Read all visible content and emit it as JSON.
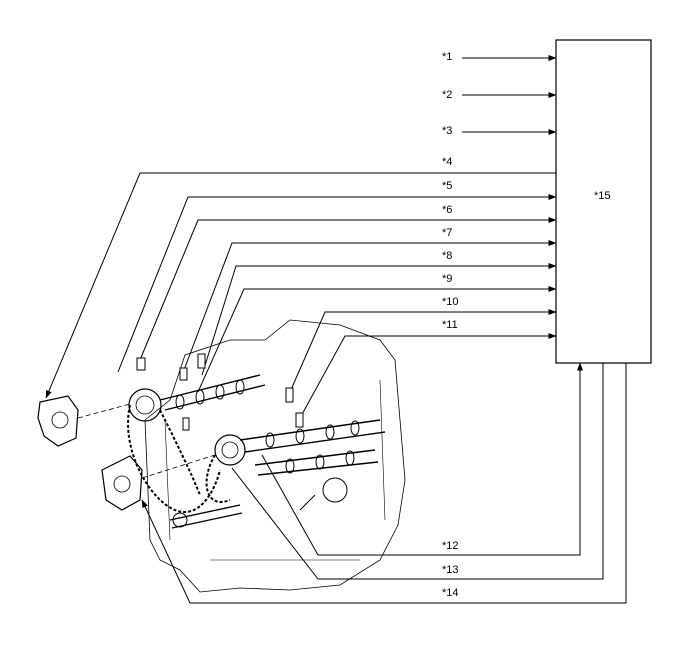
{
  "diagram": {
    "ecu_label": "*15",
    "callouts": [
      {
        "id": "1",
        "label": "*1"
      },
      {
        "id": "2",
        "label": "*2"
      },
      {
        "id": "3",
        "label": "*3"
      },
      {
        "id": "4",
        "label": "*4"
      },
      {
        "id": "5",
        "label": "*5"
      },
      {
        "id": "6",
        "label": "*6"
      },
      {
        "id": "7",
        "label": "*7"
      },
      {
        "id": "8",
        "label": "*8"
      },
      {
        "id": "9",
        "label": "*9"
      },
      {
        "id": "10",
        "label": "*10"
      },
      {
        "id": "11",
        "label": "*11"
      },
      {
        "id": "12",
        "label": "*12"
      },
      {
        "id": "13",
        "label": "*13"
      },
      {
        "id": "14",
        "label": "*14"
      }
    ]
  }
}
